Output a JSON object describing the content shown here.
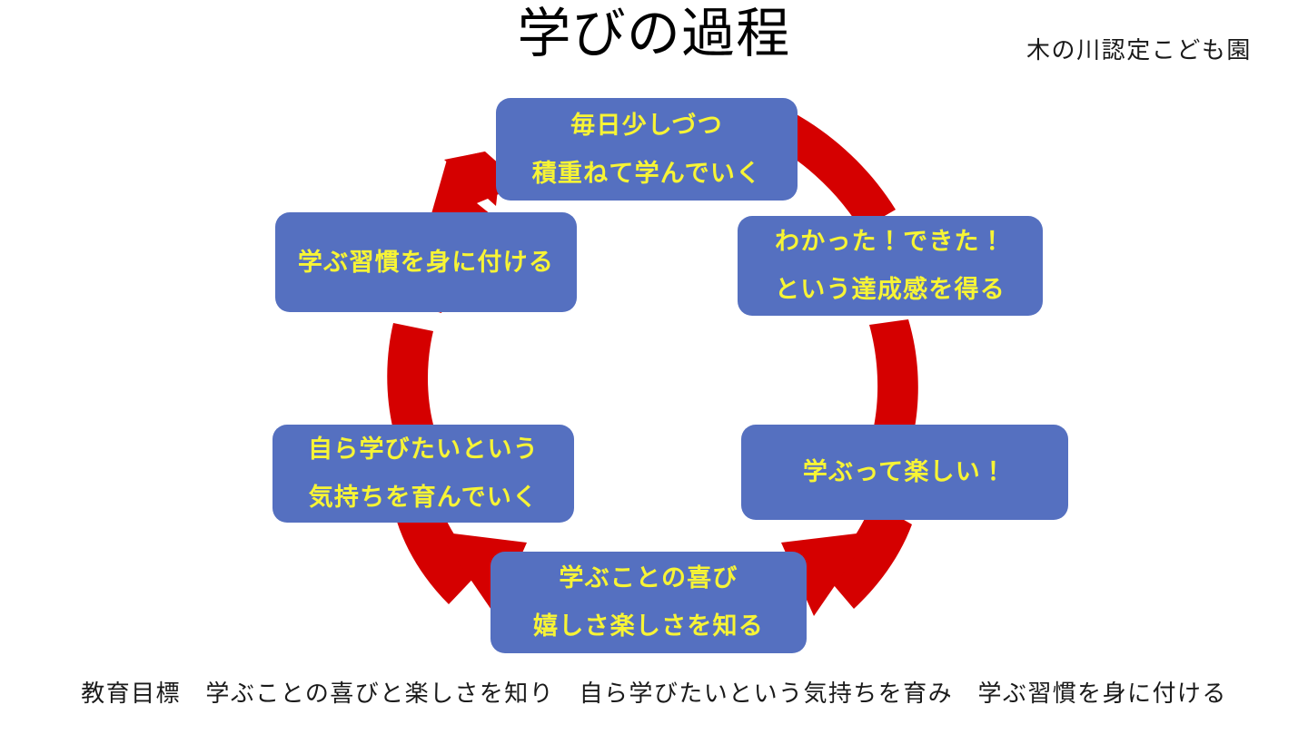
{
  "slide": {
    "title": "学びの過程",
    "organization": "木の川認定こども園",
    "goal_caption": "教育目標　学ぶことの喜びと楽しさを知り　自ら学びたいという気持ちを育み　学ぶ習慣を身に付ける"
  },
  "colors": {
    "box_fill": "#5570C0",
    "box_text": "#F7F435",
    "arrow_ring": "#D50000",
    "background": "#FFFFFF",
    "title_text": "#000000"
  },
  "cycle": {
    "direction": "clockwise",
    "arrowhead_count": 3,
    "nodes": [
      {
        "id": "top",
        "position": "top-center",
        "lines": [
          "毎日少しづつ",
          "積重ねて学んでいく"
        ]
      },
      {
        "id": "right-upper",
        "position": "right-upper",
        "lines": [
          "わかった！できた！",
          "という達成感を得る"
        ]
      },
      {
        "id": "right-lower",
        "position": "right-lower",
        "lines": [
          "学ぶって楽しい！"
        ]
      },
      {
        "id": "bottom",
        "position": "bottom-center",
        "lines": [
          "学ぶことの喜び",
          "嬉しさ楽しさを知る"
        ]
      },
      {
        "id": "left-lower",
        "position": "left-lower",
        "lines": [
          "自ら学びたいという",
          "気持ちを育んでいく"
        ]
      },
      {
        "id": "left-upper",
        "position": "left-upper",
        "lines": [
          "学ぶ習慣を身に付ける"
        ]
      }
    ]
  }
}
